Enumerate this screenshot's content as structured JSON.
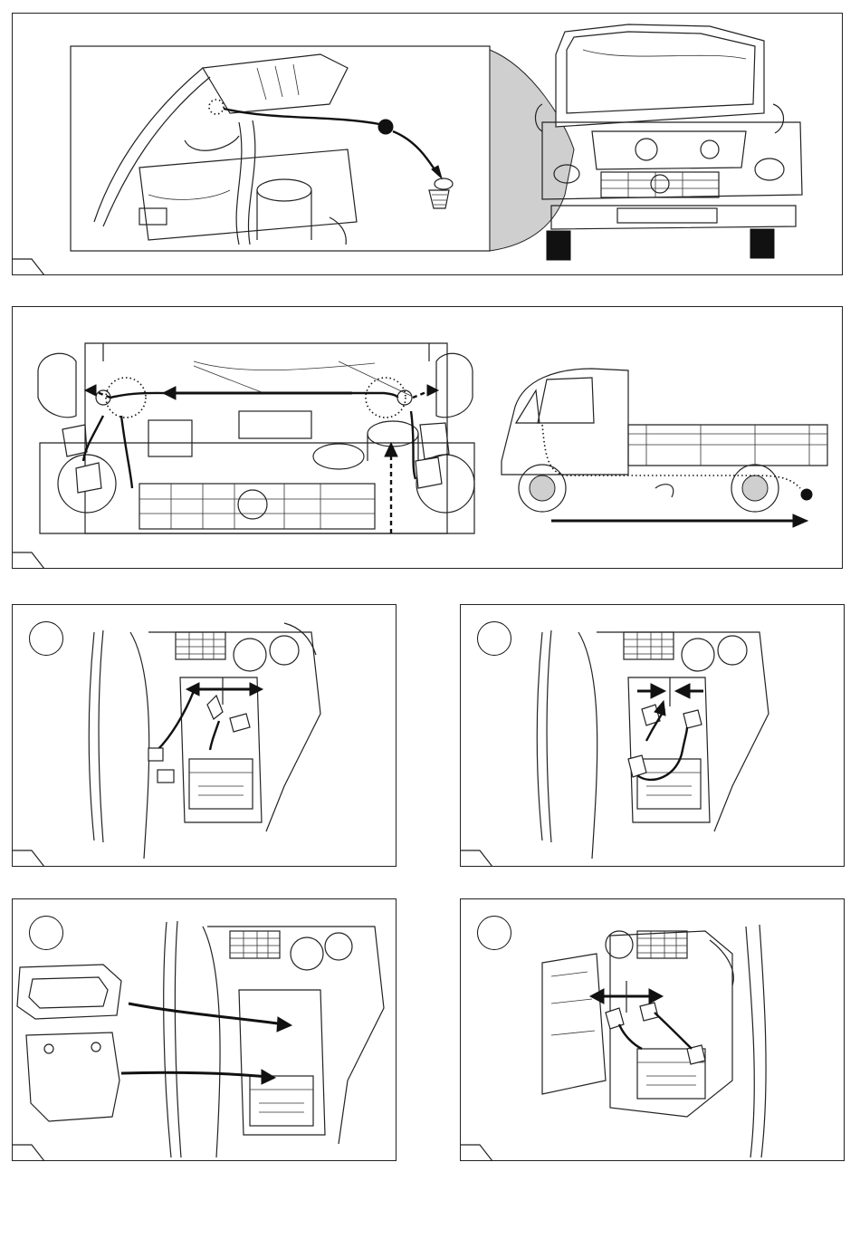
{
  "document": {
    "type": "installation-instruction-sheet",
    "panels": [
      {
        "id": "panel-1",
        "content": "engine-bay-grommet-and-front-view"
      },
      {
        "id": "panel-2",
        "content": "harness-routing-front-and-truck-side"
      },
      {
        "id": "panel-3",
        "step_label": "",
        "content": "connector-disconnect-behind-dashboard"
      },
      {
        "id": "panel-4",
        "step_label": "",
        "content": "connector-connect-behind-dashboard"
      },
      {
        "id": "panel-5",
        "step_label": "",
        "content": "refit-trim-covers"
      },
      {
        "id": "panel-6",
        "step_label": "",
        "content": "connector-right-hand-view"
      }
    ]
  },
  "colors": {
    "line": "#222222",
    "shade": "#cfcfcf",
    "background": "#ffffff"
  }
}
